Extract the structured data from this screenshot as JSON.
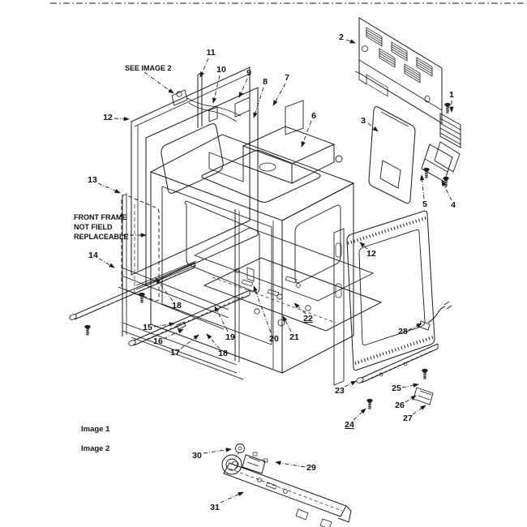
{
  "figure": {
    "see_image_note": "SEE IMAGE 2",
    "front_frame_note_lines": [
      "FRONT FRAME",
      "NOT FIELD",
      "REPLACEABLE"
    ],
    "image_section_labels": {
      "image1": "Image 1",
      "image2": "Image 2"
    },
    "line_color": "#1a1a1a",
    "background": "#ffffff",
    "callouts": [
      {
        "label": "1"
      },
      {
        "label": "2"
      },
      {
        "label": "3"
      },
      {
        "label": "4"
      },
      {
        "label": "5"
      },
      {
        "label": "6"
      },
      {
        "label": "7"
      },
      {
        "label": "8"
      },
      {
        "label": "9"
      },
      {
        "label": "10"
      },
      {
        "label": "11"
      },
      {
        "label": "12"
      },
      {
        "label": "12"
      },
      {
        "label": "13"
      },
      {
        "label": "14"
      },
      {
        "label": "15"
      },
      {
        "label": "16"
      },
      {
        "label": "17"
      },
      {
        "label": "18"
      },
      {
        "label": "18"
      },
      {
        "label": "19"
      },
      {
        "label": "20"
      },
      {
        "label": "21"
      },
      {
        "label": "22"
      },
      {
        "label": "23"
      },
      {
        "label": "24"
      },
      {
        "label": "25"
      },
      {
        "label": "26"
      },
      {
        "label": "27"
      },
      {
        "label": "28"
      },
      {
        "label": "29"
      },
      {
        "label": "30"
      },
      {
        "label": "31"
      }
    ]
  }
}
